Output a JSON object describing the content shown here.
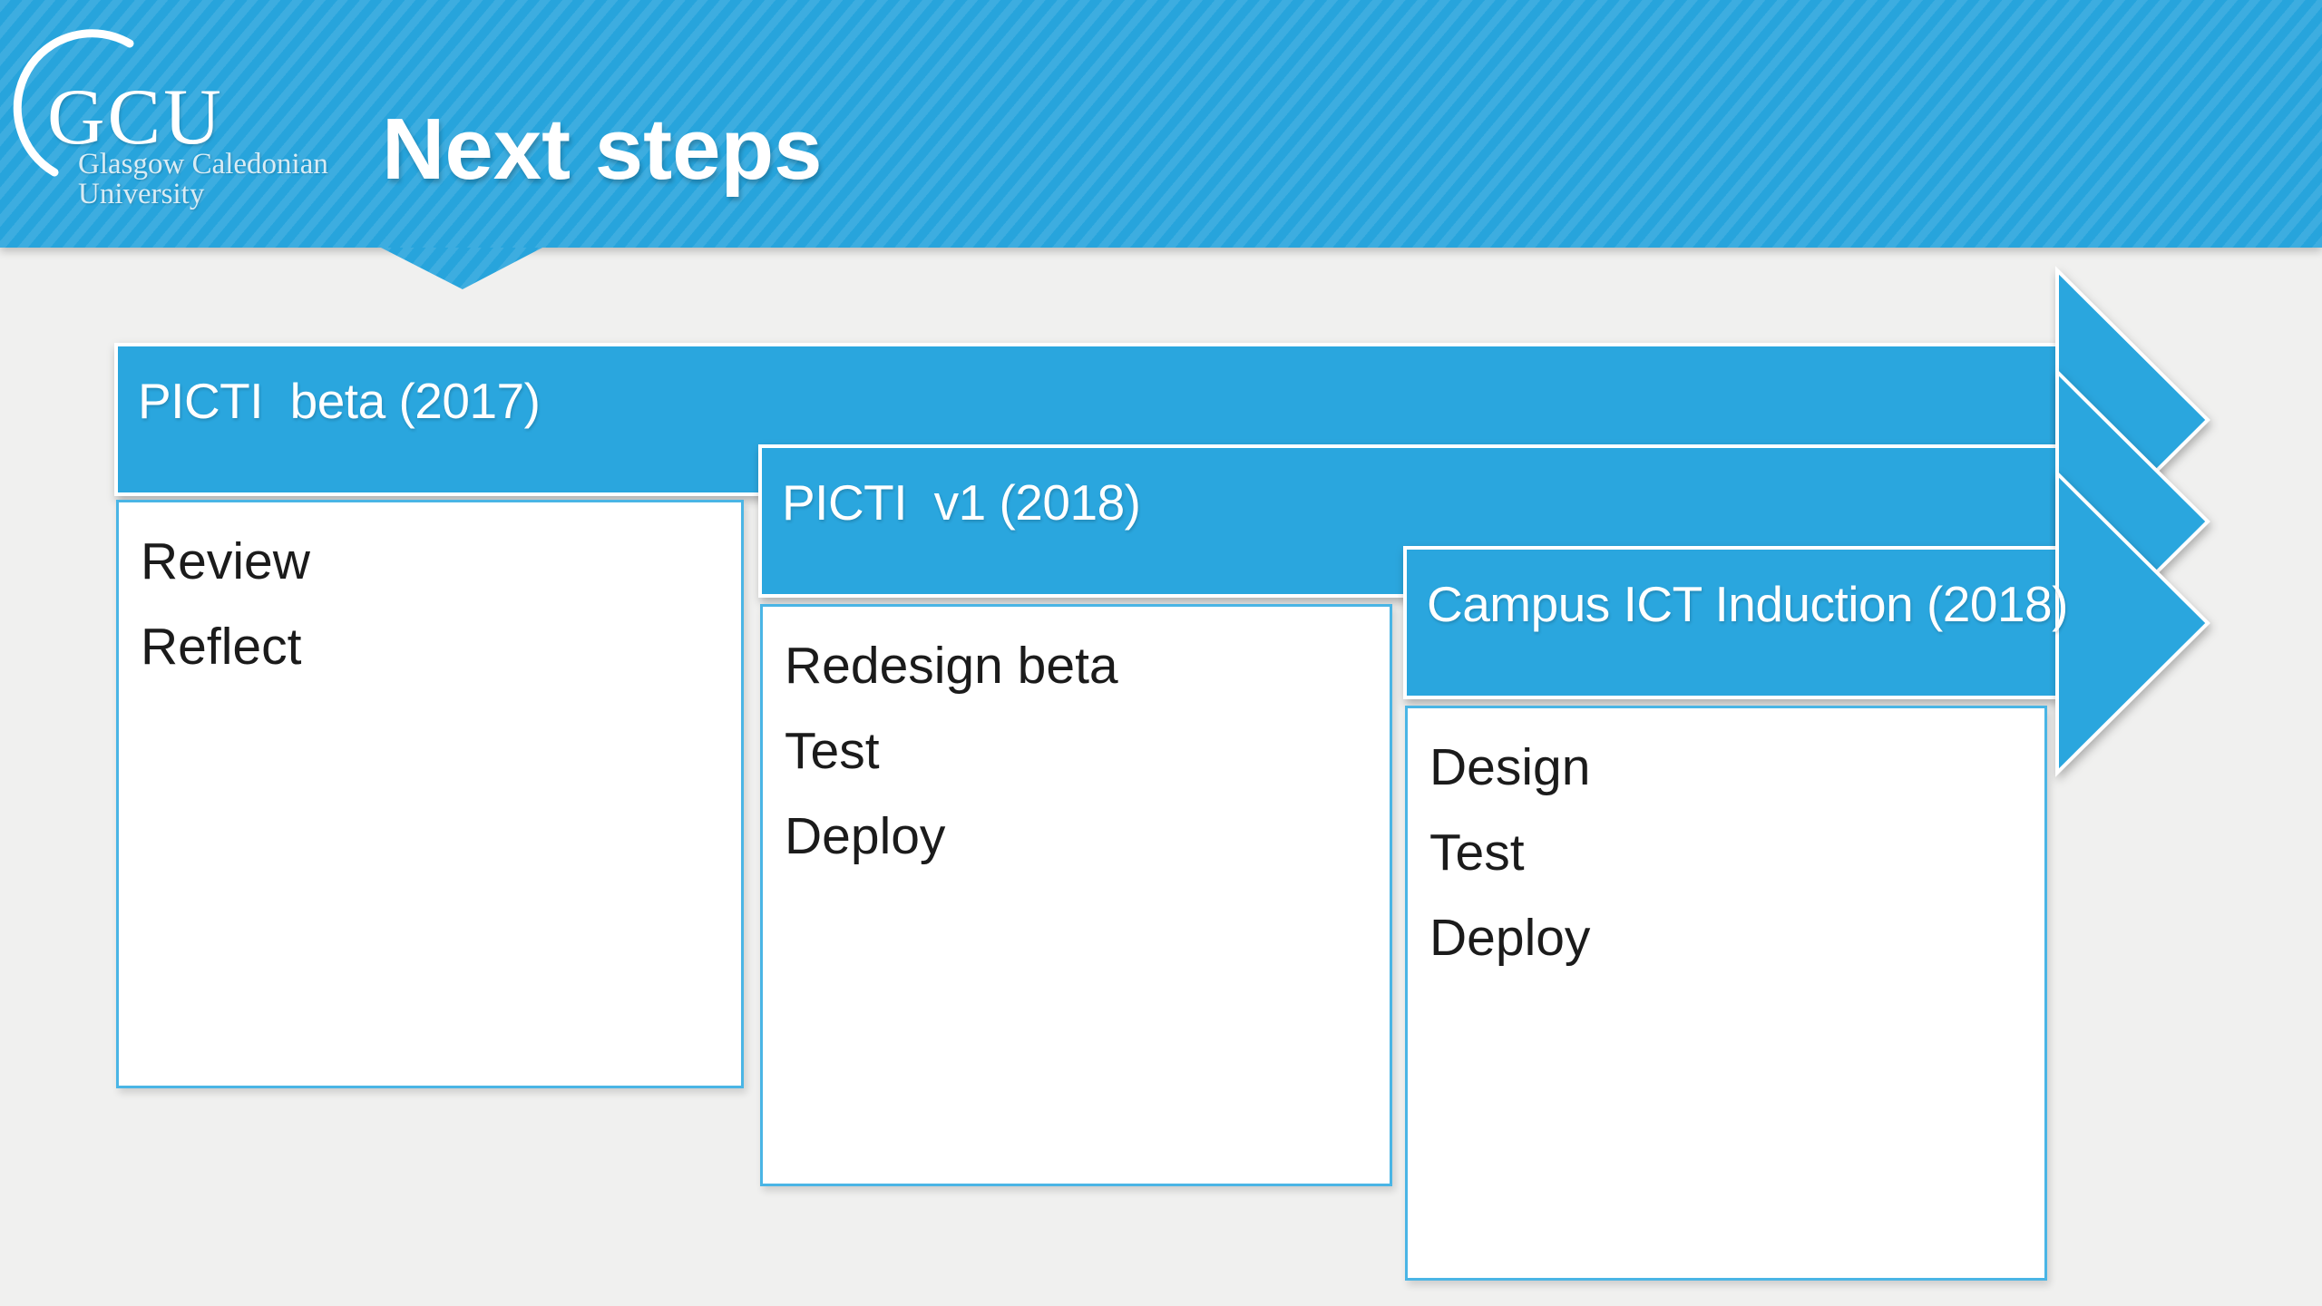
{
  "slide": {
    "title": "Next steps"
  },
  "logo": {
    "acronym": "GCU",
    "name_line1": "Glasgow Caledonian",
    "name_line2": "University"
  },
  "colors": {
    "header_blue": "#27A4DC",
    "header_stripe_light": "#3DAEE4",
    "arrow_blue": "#2AA6DE",
    "background_gray": "#F0F0EF",
    "box_border_blue": "#4AB5E5",
    "box_fill": "#FFFFFF",
    "bar_text": "#FFFFFF",
    "item_text": "#1B1B1B"
  },
  "process": {
    "type": "staggered-arrow-process",
    "steps": [
      {
        "label": "PICTI  beta (2017)",
        "items": [
          "Review",
          "Reflect"
        ]
      },
      {
        "label": "PICTI  v1 (2018)",
        "items": [
          "Redesign beta",
          "Test",
          "Deploy"
        ]
      },
      {
        "label": "Campus ICT Induction (2018)",
        "items": [
          "Design",
          "Test",
          "Deploy"
        ]
      }
    ]
  }
}
